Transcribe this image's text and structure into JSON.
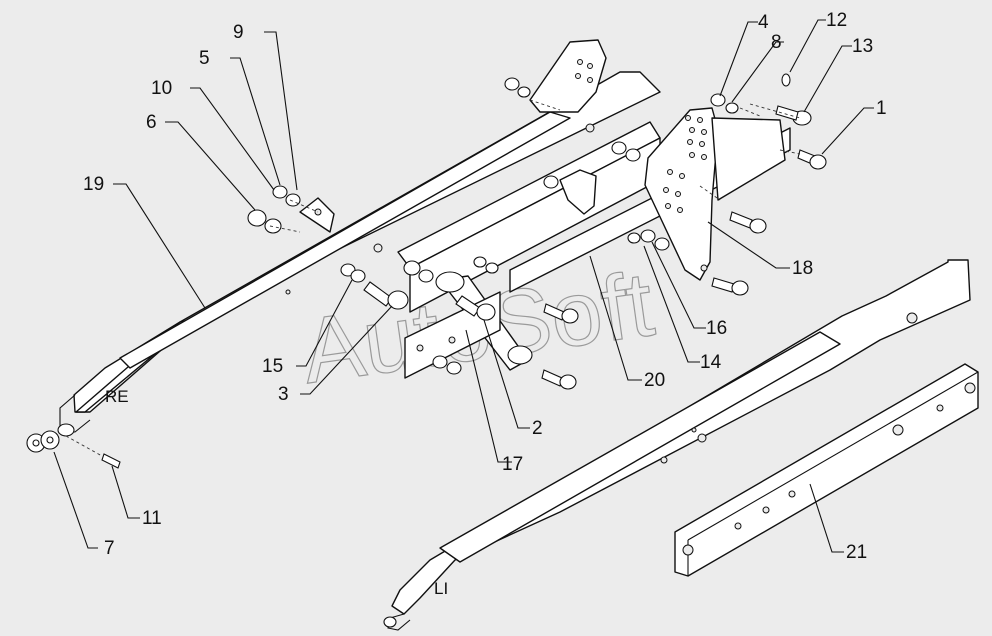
{
  "watermark": "AutoSoft",
  "side_labels": {
    "right": "RE",
    "left": "LI"
  },
  "callouts": {
    "c1": "1",
    "c2": "2",
    "c3": "3",
    "c4": "4",
    "c5": "5",
    "c6": "6",
    "c7": "7",
    "c8": "8",
    "c9": "9",
    "c10": "10",
    "c11": "11",
    "c12": "12",
    "c13": "13",
    "c14": "14",
    "c15": "15",
    "c16": "16",
    "c17": "17",
    "c18": "18",
    "c19": "19",
    "c20": "20",
    "c21": "21"
  }
}
